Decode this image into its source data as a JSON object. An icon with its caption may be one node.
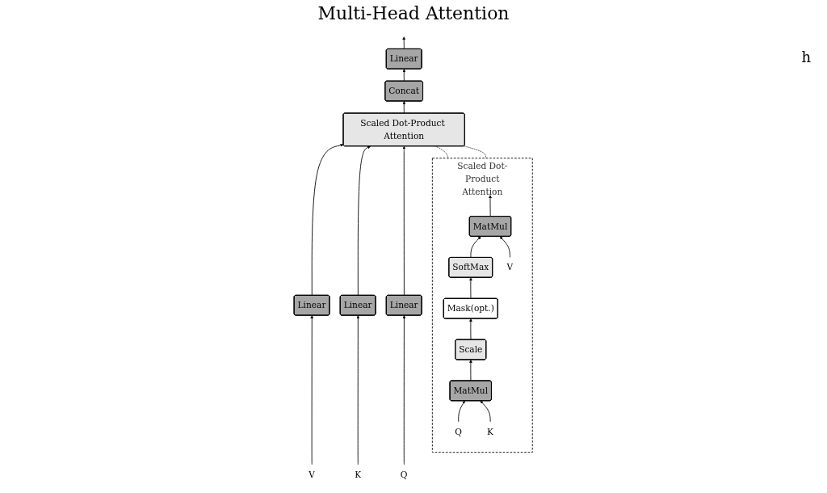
{
  "diagram": {
    "title": "Multi-Head Attention",
    "nodes": [
      {
        "text": [
          "Scaled Dot-Product Attention"
        ]
      },
      {
        "text": [
          "MatMul"
        ],
        "in": 0
      },
      {
        "text": [
          "SoftMax"
        ],
        "in": 0
      },
      {
        "text": [
          "Mask(opt.)"
        ],
        "in": 0
      },
      {
        "text": [
          "Scale"
        ],
        "in": 0
      },
      {
        "text": [
          "MatMul"
        ],
        "in": 0
      },
      {
        "text": [
          "Q"
        ],
        "in": 0
      },
      {
        "text": [
          "K"
        ],
        "in": 0
      },
      {
        "text": [
          "V"
        ],
        "in": 0
      },
      {
        "text": [
          "Linear"
        ]
      },
      {
        "text": [
          "Concat"
        ]
      },
      {
        "text": [
          "Scaled Dot-Product Attention"
        ]
      },
      {
        "text": [
          "Linear"
        ]
      },
      {
        "text": [
          "Linear"
        ]
      },
      {
        "text": [
          "Linear"
        ]
      },
      {
        "text": [
          "V"
        ]
      },
      {
        "text": [
          "K"
        ]
      },
      {
        "text": [
          "Q"
        ]
      }
    ],
    "edges": [
      {
        "from": 1,
        "to": null,
        "arrow": "to"
      },
      {
        "from": 2,
        "to": 1,
        "arrow": "to"
      },
      {
        "from": 3,
        "to": 2,
        "arrow": "to"
      },
      {
        "from": 4,
        "to": 3,
        "arrow": "to"
      },
      {
        "from": 5,
        "to": 4,
        "arrow": "to"
      },
      {
        "from": 6,
        "to": 5,
        "arrow": "to"
      },
      {
        "from": 7,
        "to": 5,
        "arrow": "to"
      },
      {
        "from": 8,
        "to": 1,
        "arrow": "to"
      },
      {
        "from": 9,
        "to": null,
        "arrow": "to"
      },
      {
        "from": 10,
        "to": 9,
        "arrow": "to"
      },
      {
        "from": 11,
        "to": 10,
        "arrow": "to"
      },
      {
        "from": 12,
        "to": 11,
        "arrow": "to"
      },
      {
        "from": 13,
        "to": 11,
        "arrow": "to"
      },
      {
        "from": 14,
        "to": 11,
        "arrow": "to"
      },
      {
        "from": 15,
        "to": 12,
        "arrow": "to"
      },
      {
        "from": 16,
        "to": 13,
        "arrow": "to"
      },
      {
        "from": 17,
        "to": 14,
        "arrow": "to"
      },
      {
        "from": 0,
        "to": 11,
        "arrow": "none",
        "style": "dashed"
      },
      {
        "from": 0,
        "to": 11,
        "arrow": "none",
        "style": "dashed"
      }
    ],
    "labels": [
      "h"
    ]
  }
}
